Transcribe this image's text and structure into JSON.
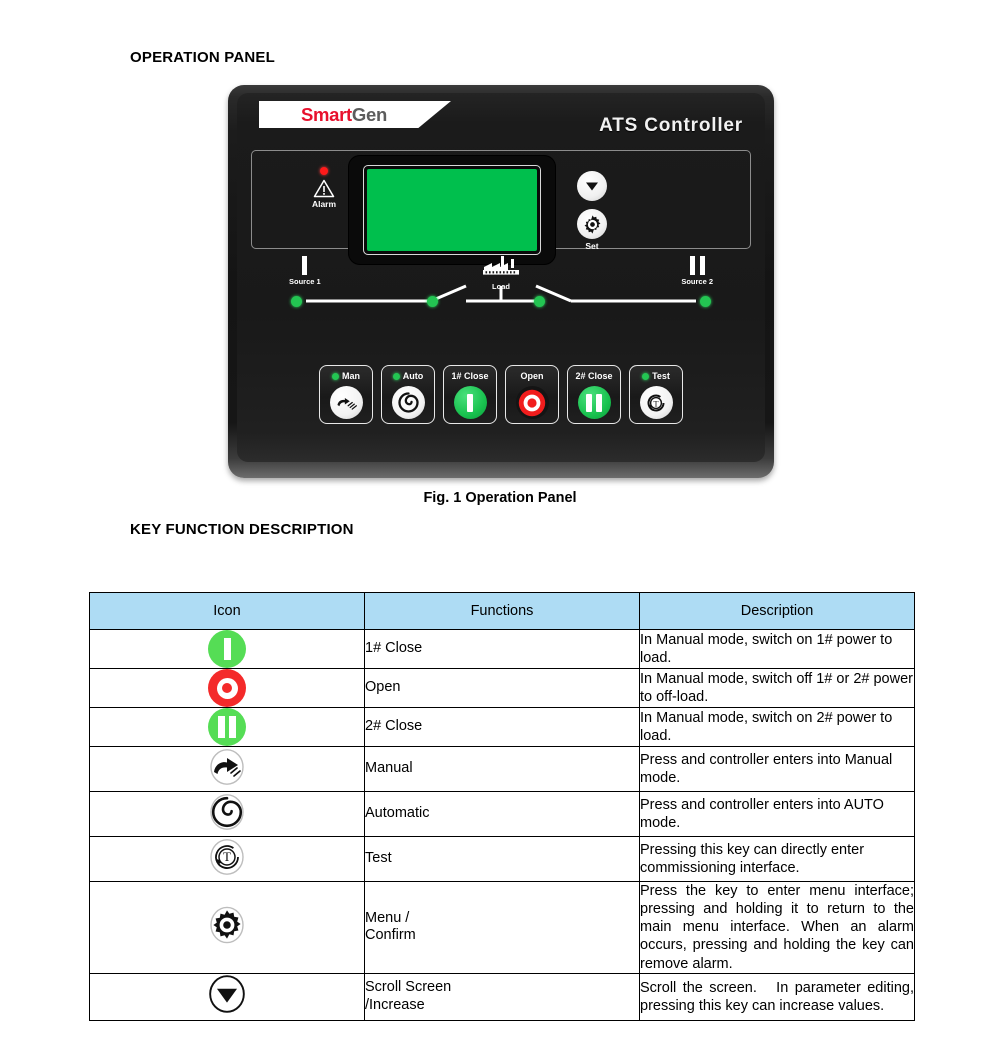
{
  "headings": {
    "operation_panel": "OPERATION PANEL",
    "key_function": "KEY FUNCTION DESCRIPTION",
    "figure_caption": "Fig. 1 Operation Panel"
  },
  "controller": {
    "brand": {
      "part1": "Smart",
      "part2": "Gen",
      "color1": "#e8112d",
      "color2": "#5c5c5c"
    },
    "title": "ATS Controller",
    "alarm": {
      "label": "Alarm",
      "led_color": "#ff1a1a",
      "icon": "warning-triangle-icon"
    },
    "lcd": {
      "color": "#00bf4d"
    },
    "right_buttons": [
      {
        "name": "down-arrow-button",
        "icon": "triangle-down-icon",
        "label": ""
      },
      {
        "name": "set-button",
        "icon": "gear-icon",
        "label": "Set"
      }
    ],
    "one_line": {
      "source1_label": "Source 1",
      "load_label": "Load",
      "source2_label": "Source 2",
      "led_color": "#23c552",
      "led_count": 4
    },
    "key_buttons": [
      {
        "label": "Man",
        "has_led": true,
        "icon": "hand-icon",
        "style": "white"
      },
      {
        "label": "Auto",
        "has_led": true,
        "icon": "spiral-icon",
        "style": "white"
      },
      {
        "label": "1# Close",
        "has_led": false,
        "icon": "bar-i-icon",
        "style": "green"
      },
      {
        "label": "Open",
        "has_led": false,
        "icon": "open-ring-icon",
        "style": "dark"
      },
      {
        "label": "2# Close",
        "has_led": false,
        "icon": "bar-ii-icon",
        "style": "green"
      },
      {
        "label": "Test",
        "has_led": true,
        "icon": "test-t-icon",
        "style": "white"
      }
    ]
  },
  "table": {
    "header_bg": "#aedcf4",
    "columns": [
      "Icon",
      "Functions",
      "Description"
    ],
    "rows": [
      {
        "icon": "green-circle-i-icon",
        "function": "1# Close",
        "description": "In Manual mode, switch on 1# power to load."
      },
      {
        "icon": "red-open-ring-icon",
        "function": "Open",
        "description": "In Manual mode, switch off 1# or 2# power to off-load."
      },
      {
        "icon": "green-circle-ii-icon",
        "function": "2# Close",
        "description": "In Manual mode, switch on 2# power to load."
      },
      {
        "icon": "hand-icon",
        "function": "Manual",
        "description": "Press and controller enters into Manual mode."
      },
      {
        "icon": "spiral-icon",
        "function": "Automatic",
        "description": "Press and controller enters into AUTO mode."
      },
      {
        "icon": "test-t-icon",
        "function": "Test",
        "description": "Pressing this key can directly enter commissioning interface."
      },
      {
        "icon": "gear-icon",
        "function": "Menu /\nConfirm",
        "description": "Press the key to enter menu interface; pressing and holding it to return to the main menu interface. When an alarm occurs, pressing and holding the key can remove alarm."
      },
      {
        "icon": "triangle-down-icon",
        "function": "Scroll Screen\n/Increase",
        "description": "Scroll the screen.   In parameter editing, pressing this key can increase values."
      }
    ]
  }
}
